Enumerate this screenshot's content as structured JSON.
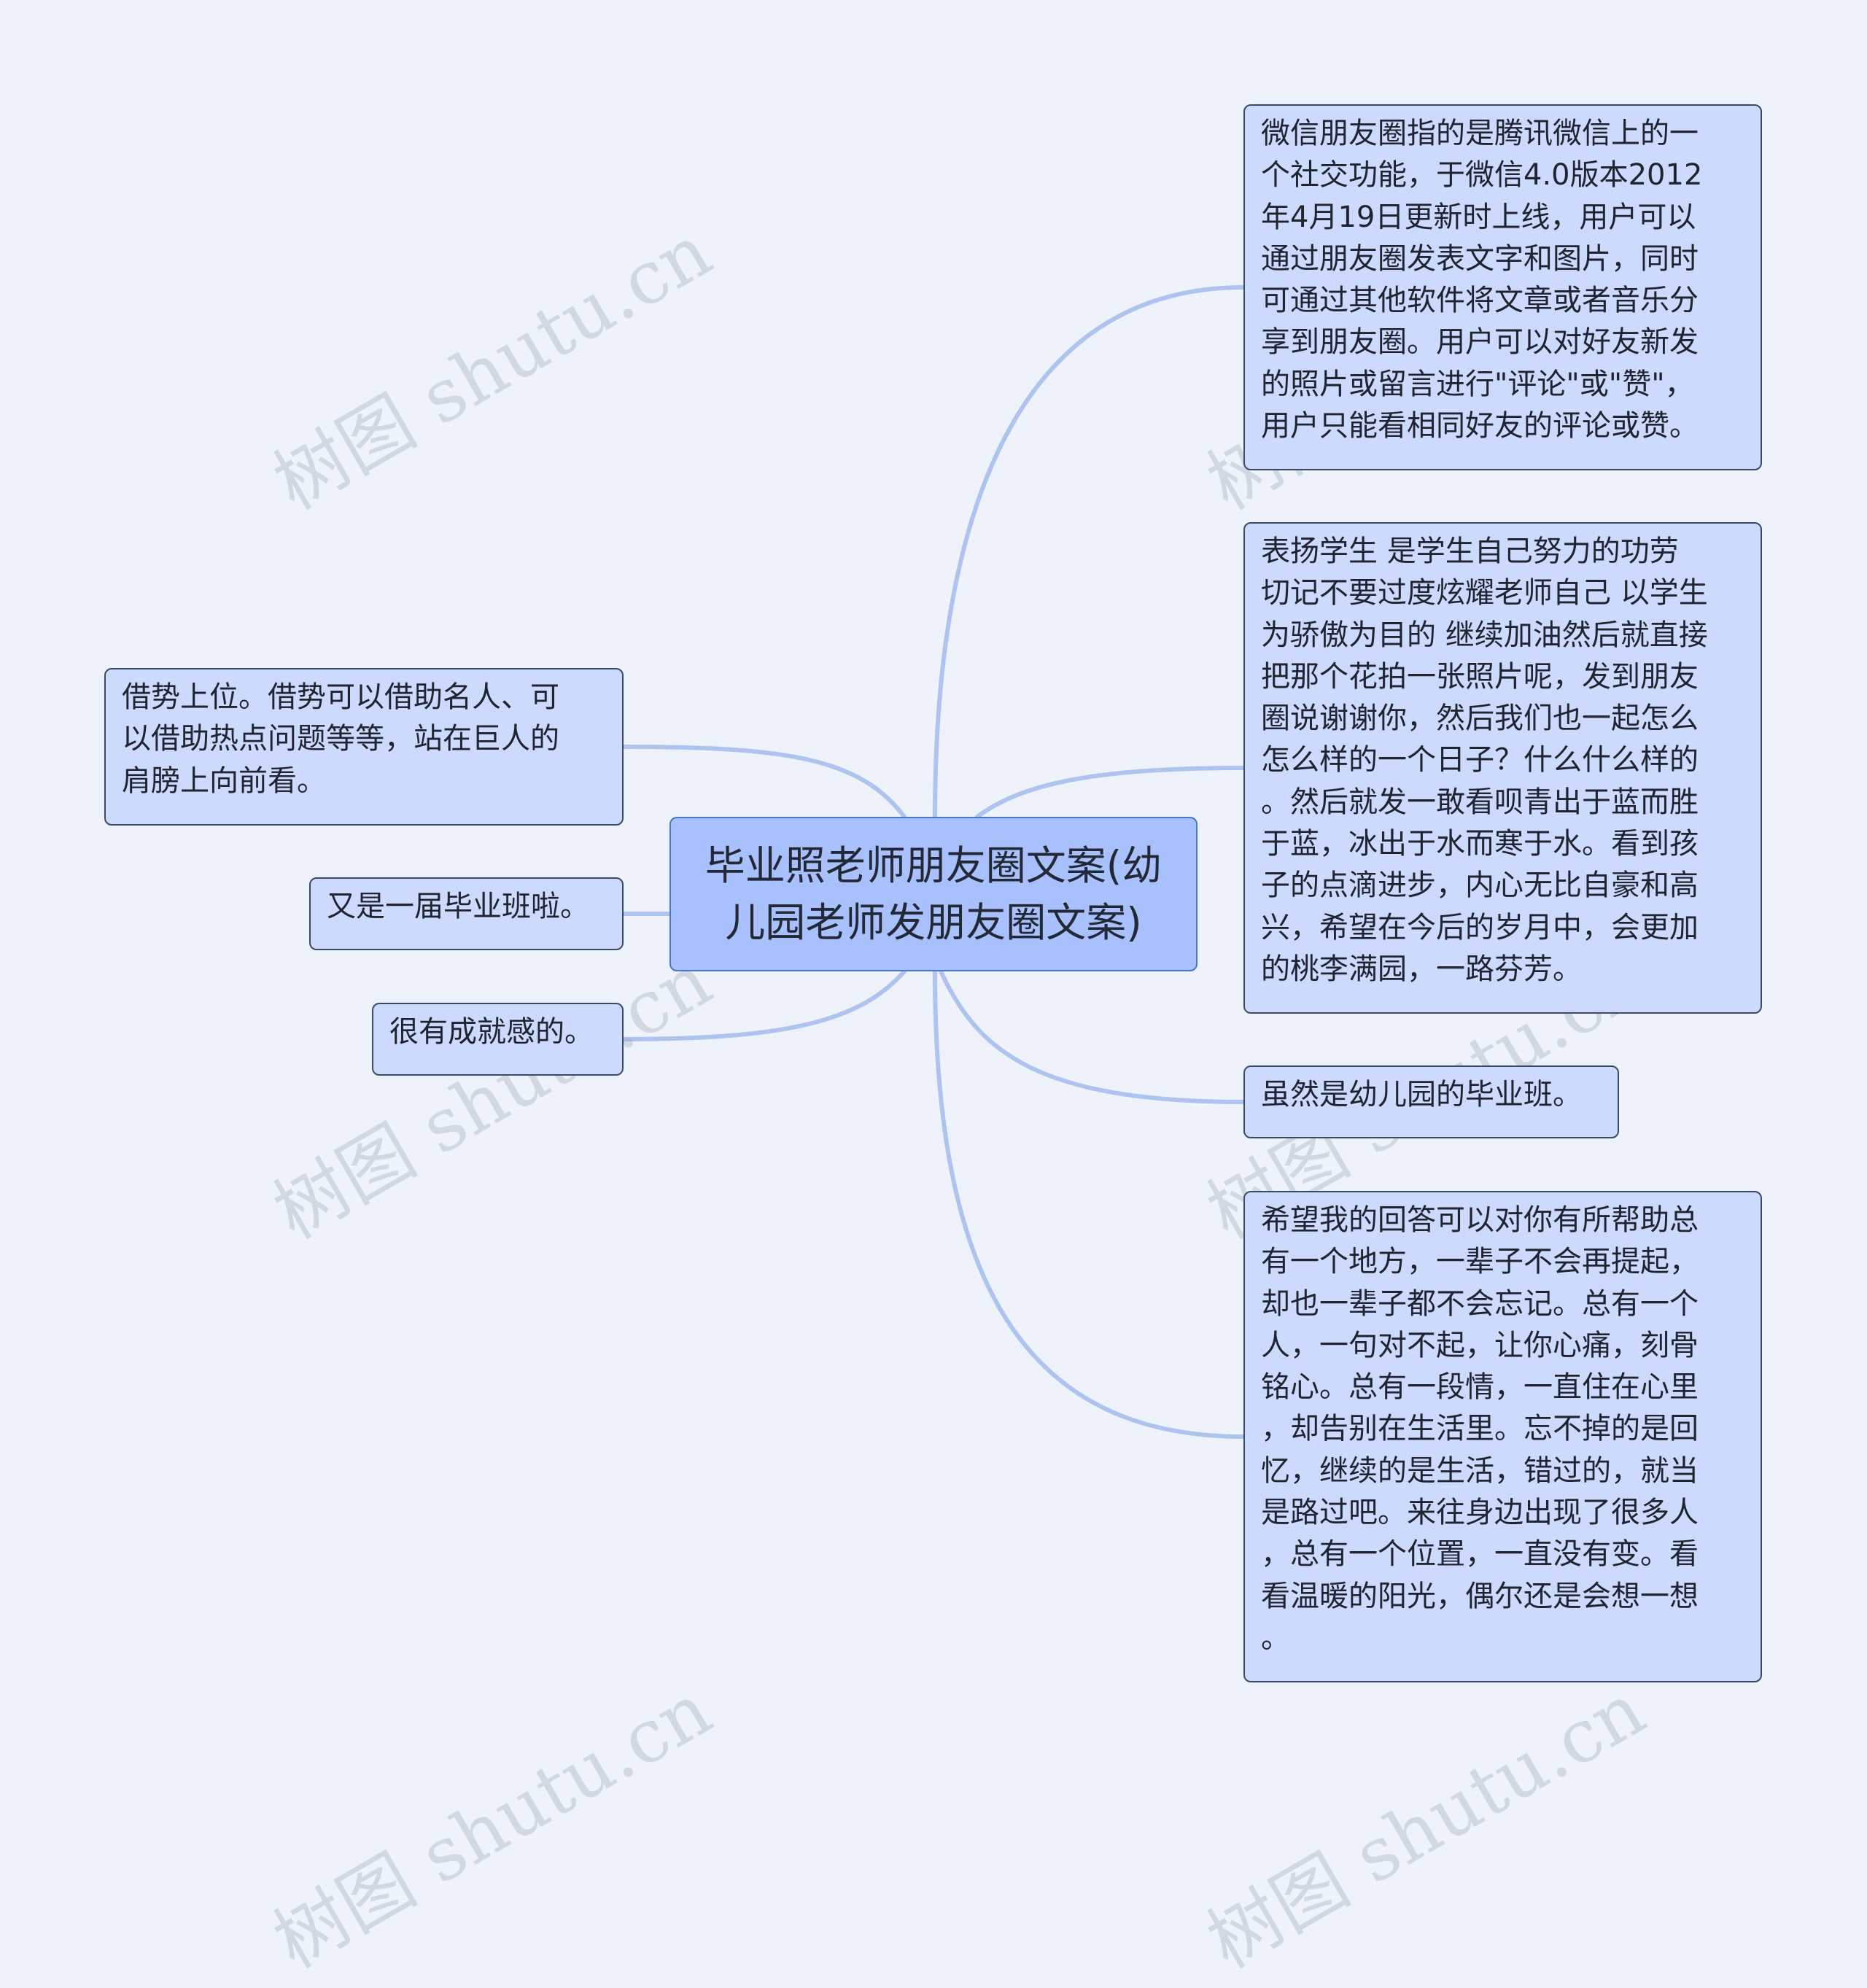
{
  "colors": {
    "background": "#eef3fb",
    "link": "#aec3ef",
    "node_fill": "#ccdafd",
    "root_fill": "#a8c1fc"
  },
  "root": {
    "label": "毕业照老师朋友圈文案(幼\n儿园老师发朋友圈文案)"
  },
  "right_nodes": [
    {
      "text": "微信朋友圈指的是腾讯微信上的一\n个社交功能，于微信4.0版本2012\n年4月19日更新时上线，用户可以\n通过朋友圈发表文字和图片，同时\n可通过其他软件将文章或者音乐分\n享到朋友圈。用户可以对好友新发\n的照片或留言进行\"评论\"或\"赞\"，\n用户只能看相同好友的评论或赞。"
    },
    {
      "text": "表扬学生 是学生自己努力的功劳\n切记不要过度炫耀老师自己 以学生\n为骄傲为目的 继续加油然后就直接\n把那个花拍一张照片呢，发到朋友\n圈说谢谢你，然后我们也一起怎么\n怎么样的一个日子？什么什么样的\n。然后就发一敢看呗青出于蓝而胜\n于蓝，冰出于水而寒于水。看到孩\n子的点滴进步，内心无比自豪和高\n兴，希望在今后的岁月中，会更加\n的桃李满园，一路芬芳。"
    },
    {
      "text": "虽然是幼儿园的毕业班。"
    },
    {
      "text": "希望我的回答可以对你有所帮助总\n有一个地方，一辈子不会再提起，\n却也一辈子都不会忘记。总有一个\n人，一句对不起，让你心痛，刻骨\n铭心。总有一段情，一直住在心里\n，却告别在生活里。忘不掉的是回\n忆，继续的是生活，错过的，就当\n是路过吧。来往身边出现了很多人\n，总有一个位置，一直没有变。看\n看温暖的阳光，偶尔还是会想一想\n。"
    }
  ],
  "left_nodes": [
    {
      "text": "借势上位。借势可以借助名人、可\n以借助热点问题等等，站在巨人的\n肩膀上向前看。"
    },
    {
      "text": "又是一届毕业班啦。"
    },
    {
      "text": "很有成就感的。"
    }
  ],
  "watermark": "树图 shutu.cn"
}
